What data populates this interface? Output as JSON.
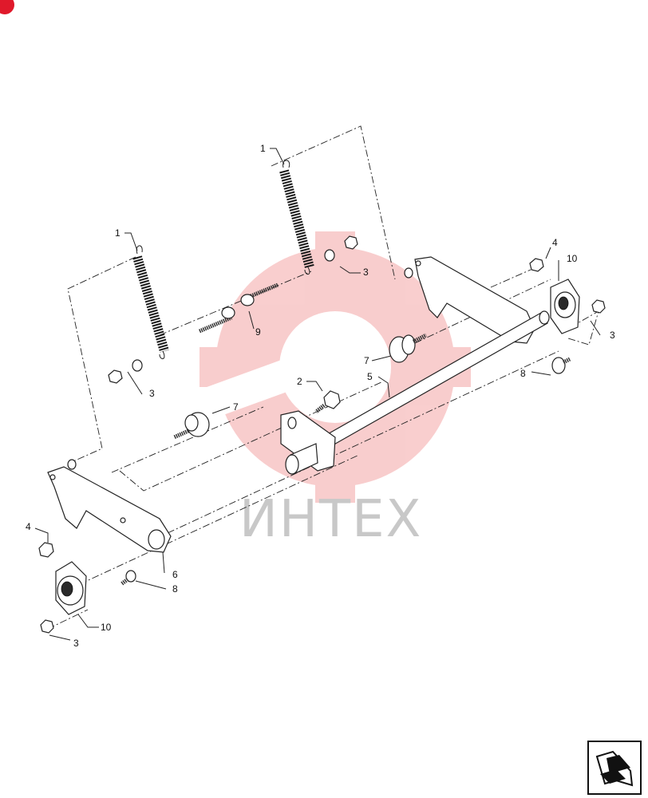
{
  "diagram": {
    "callouts": [
      {
        "id": "c1a",
        "text": "1"
      },
      {
        "id": "c1b",
        "text": "1"
      },
      {
        "id": "c2",
        "text": "2"
      },
      {
        "id": "c3a",
        "text": "3"
      },
      {
        "id": "c3b",
        "text": "3"
      },
      {
        "id": "c3c",
        "text": "3"
      },
      {
        "id": "c3d",
        "text": "3"
      },
      {
        "id": "c4a",
        "text": "4"
      },
      {
        "id": "c4b",
        "text": "4"
      },
      {
        "id": "c5",
        "text": "5"
      },
      {
        "id": "c6",
        "text": "6"
      },
      {
        "id": "c7a",
        "text": "7"
      },
      {
        "id": "c7b",
        "text": "7"
      },
      {
        "id": "c8a",
        "text": "8"
      },
      {
        "id": "c8b",
        "text": "8"
      },
      {
        "id": "c9",
        "text": "9"
      },
      {
        "id": "c10a",
        "text": "10"
      },
      {
        "id": "c10b",
        "text": "10"
      }
    ],
    "watermark": "ИНТЕХ",
    "colors": {
      "watermark_gear": "#f4a6a6",
      "corner_badge": "#e0192b",
      "linework": "#222222"
    },
    "icons": {
      "navigation": "next-page-arrow-icon"
    }
  }
}
